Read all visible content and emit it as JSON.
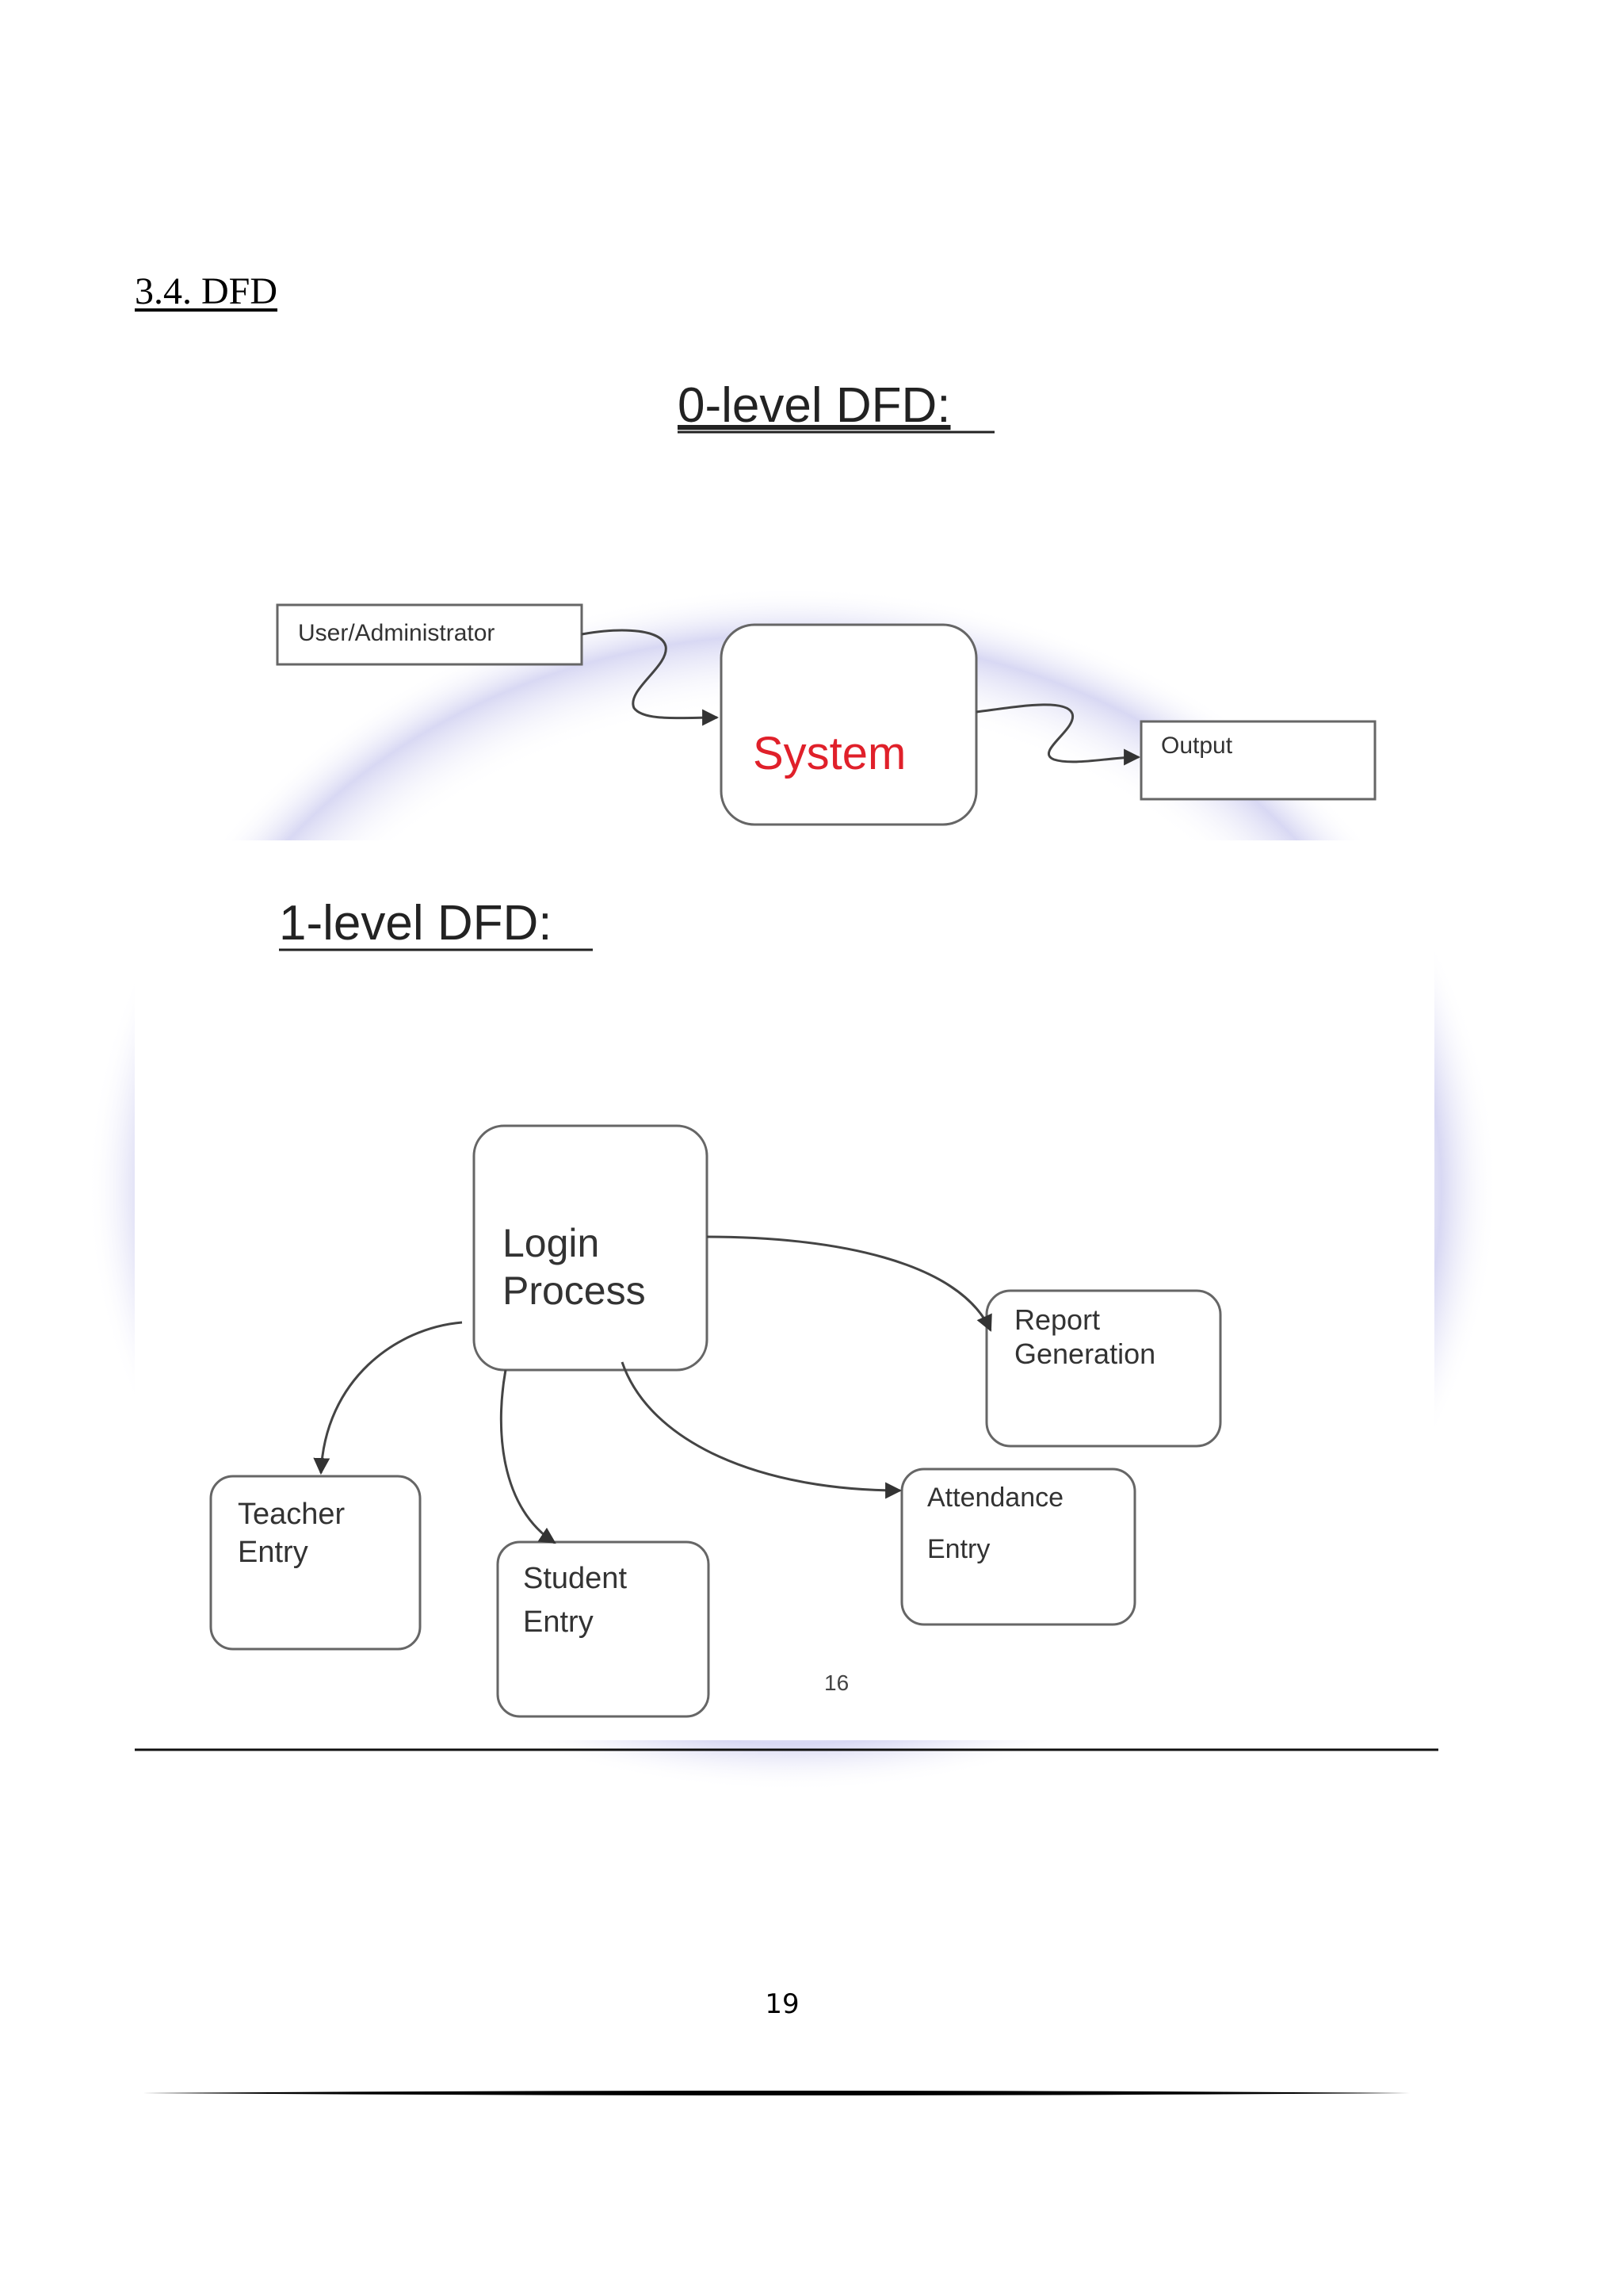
{
  "document": {
    "section_heading": "3.4. DFD",
    "page_number": "19"
  },
  "figure": {
    "level0": {
      "title": "0-level DFD:",
      "source": "User/Administrator",
      "process": "System",
      "sink": "Output"
    },
    "level1": {
      "title": "1-level DFD:",
      "login": [
        "Login",
        "Process"
      ],
      "report": [
        "Report",
        "Generation"
      ],
      "teacher": [
        "Teacher",
        "Entry"
      ],
      "student": [
        "Student",
        "Entry"
      ],
      "attendance": [
        "Attendance",
        "Entry"
      ],
      "inner_page_number": "16"
    },
    "colors": {
      "process_text": "#e0202a",
      "stroke": "#555555",
      "watermark": "#c9c9ee"
    }
  }
}
